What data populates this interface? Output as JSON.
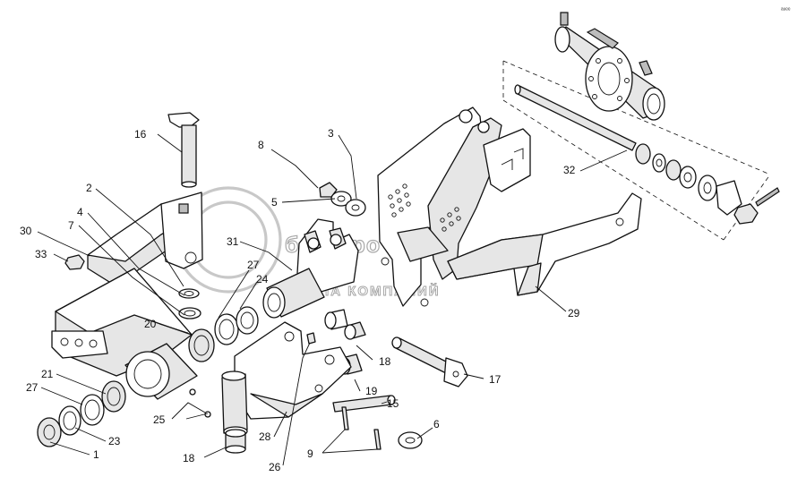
{
  "watermark": {
    "brand": "белагро",
    "subtitle": "ГРУППА КОМПАНИЙ"
  },
  "corner_mark": "ᵃᵘᵉᵉ",
  "callouts": {
    "c1": "1",
    "c2": "2",
    "c3": "3",
    "c4": "4",
    "c5": "5",
    "c6": "6",
    "c7": "7",
    "c8": "8",
    "c9": "9",
    "c15": "15",
    "c16": "16",
    "c17": "17",
    "c18a": "18",
    "c18b": "18",
    "c19": "19",
    "c20": "20",
    "c21": "21",
    "c23": "23",
    "c24": "24",
    "c25": "25",
    "c26": "26",
    "c27a": "27",
    "c27b": "27",
    "c28": "28",
    "c29": "29",
    "c30": "30",
    "c31": "31",
    "c32": "32",
    "c33": "33"
  }
}
